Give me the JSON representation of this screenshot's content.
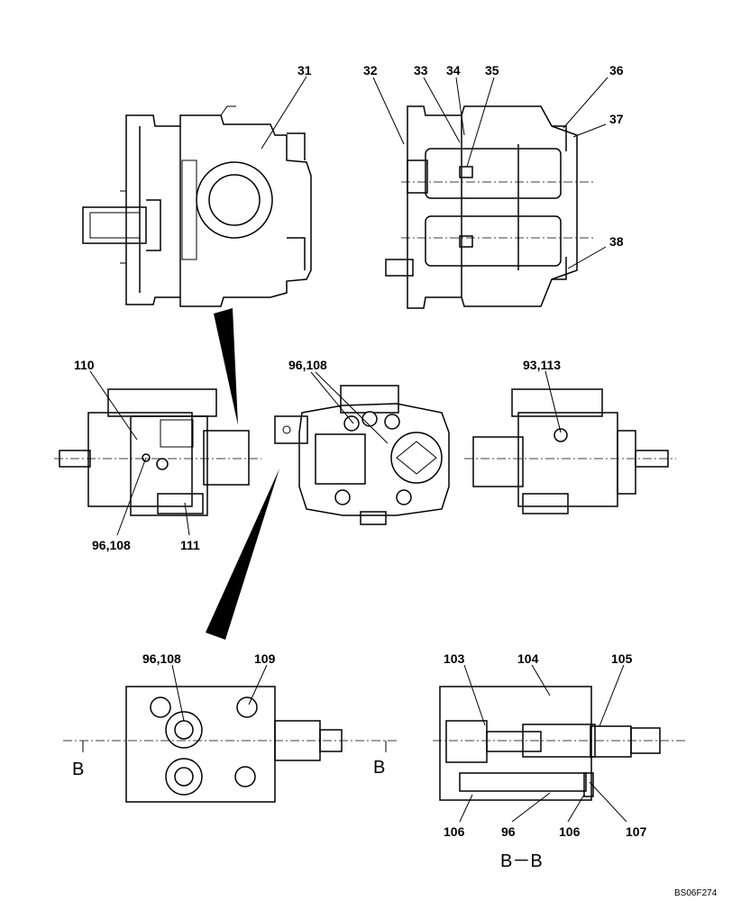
{
  "callouts": {
    "c31": "31",
    "c32": "32",
    "c33": "33",
    "c34": "34",
    "c35": "35",
    "c36": "36",
    "c37": "37",
    "c38": "38",
    "c110": "110",
    "c96_108_left": "96,108",
    "c111": "111",
    "c96_108_center": "96,108",
    "c93_113": "93,113",
    "c96_108_detail": "96,108",
    "c109": "109",
    "c103": "103",
    "c104": "104",
    "c105": "105",
    "c106_left": "106",
    "c96": "96",
    "c106_right": "106",
    "c107": "107"
  },
  "section": {
    "mark_left": "B",
    "mark_right": "B",
    "title": "B－B"
  },
  "reference_code": "BS06F274"
}
